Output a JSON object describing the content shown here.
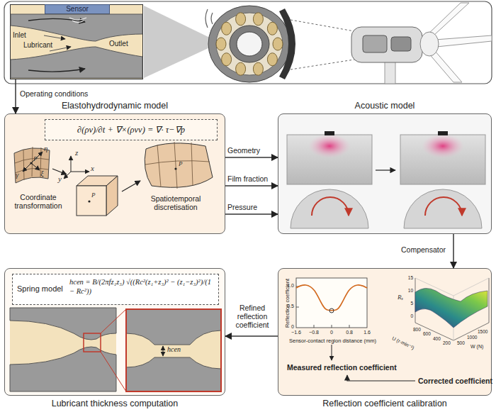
{
  "diagram": {
    "nodes": [
      {
        "text": [
          "Inlet",
          "Lubricant",
          "Outlet"
        ]
      },
      {
        "text": [
          "Sensor"
        ],
        "in": 0
      },
      {
        "text": [
          "Elastohydrodynamic model"
        ]
      },
      {
        "text": [
          "∂(ρv)/∂t + ∇×(ρvv) = ∇· τ−∇p"
        ],
        "in": 2
      },
      {
        "text": [
          "Acoustic model"
        ]
      },
      {
        "text": [
          "Reflection coefficient calibration"
        ]
      },
      {
        "text": [
          "Lubricant thickness computation"
        ]
      },
      {
        "text": [
          "Spring model",
          "hcen = B/(2πfz₁z₃) √((Rc²(z₁+z₃)² − (z₁−z₃)²)/(1 − Rc²))"
        ],
        "in": 6
      }
    ],
    "edges": [
      {
        "from": 0,
        "to": 2,
        "label": "Operating conditions",
        "arrow": "to"
      },
      {
        "from": 2,
        "to": 4,
        "label": "Geometry",
        "arrow": "to"
      },
      {
        "from": 2,
        "to": 4,
        "label": "Film fraction",
        "arrow": "to"
      },
      {
        "from": 2,
        "to": 4,
        "label": "Pressure",
        "arrow": "to"
      },
      {
        "from": 4,
        "to": 5,
        "label": "Compensator",
        "arrow": "to"
      },
      {
        "from": 5,
        "to": 6,
        "label": "Refined reflection coefficient",
        "arrow": "to"
      }
    ],
    "labels": [
      "Coordinate transformation",
      "Spatiotemporal discretisation",
      "η",
      "γ",
      "ξ",
      "P",
      "z",
      "y",
      "x",
      "P",
      "P",
      "Reflection coefficient",
      "Sensor-contact region distance (mm)",
      "1.0",
      "0.5",
      "0",
      "−1.6",
      "−0.8",
      "0",
      "0.8",
      "1.6",
      "Rₛ",
      "15",
      "10",
      "5",
      "0",
      "U (r·min⁻¹)",
      "800",
      "600",
      "400",
      "200",
      "W (N)",
      "500",
      "1000",
      "1500",
      "Measured reflection coefficient",
      "Corrected coefficient",
      "hcen"
    ]
  }
}
